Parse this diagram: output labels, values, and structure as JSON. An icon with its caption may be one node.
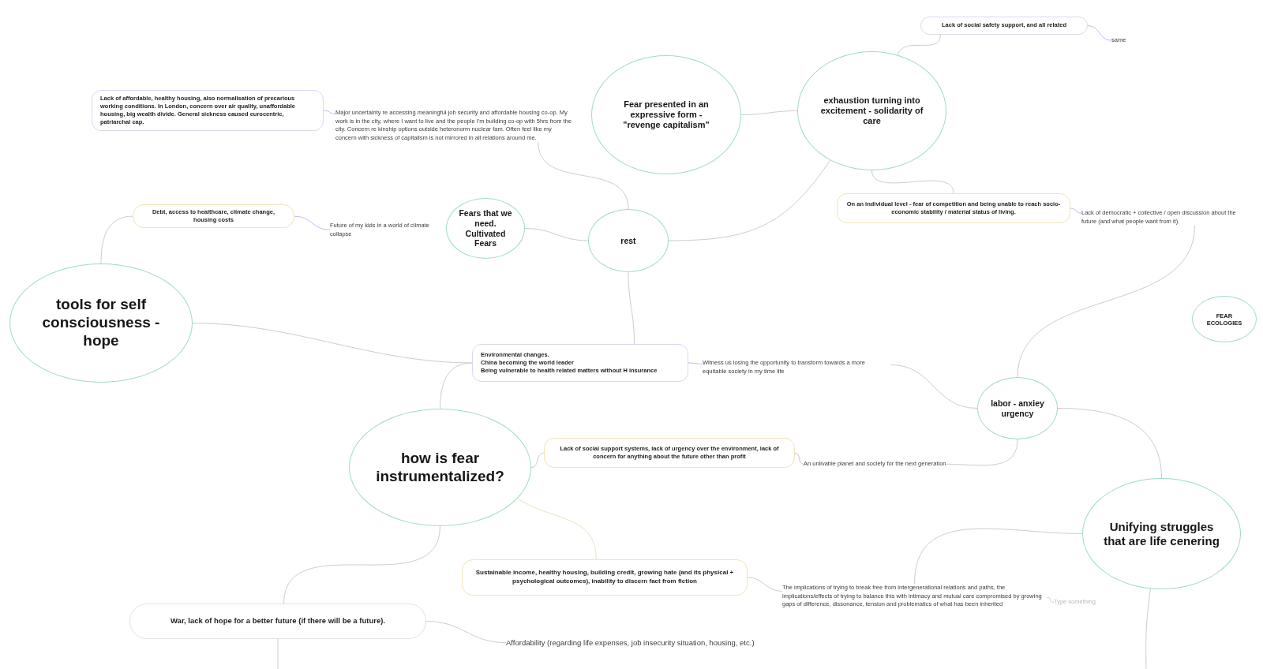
{
  "diagram": {
    "nodes": [
      {
        "text": [
          "tools for self consciousness - hope"
        ]
      },
      {
        "text": [
          "Debt, access to healthcare, climate change, housing costs"
        ]
      },
      {
        "text": [
          "Future of my kids in a world of climate collapse"
        ]
      },
      {
        "text": [
          "Fears that we need. Cultivated Fears"
        ]
      },
      {
        "text": [
          "rest"
        ]
      },
      {
        "text": [
          "Lack of affordable, healthy housing, also normalisation of precarious working conditions. In London, concern over air quality, unaffordable housing, big wealth divide. General sickness caused eurocentric, patriarchal cap."
        ]
      },
      {
        "text": [
          "Major uncertainty re accessing meaningful job security and affordable housing co-op. My work is in the city, where I want to live and the people I'm building co-op with 5hrs from the city. Concern re kinship options outside heteronorm nuclear fam. Often feel like my concern with sickness of capitalism is not mirrored in all relations around me."
        ]
      },
      {
        "text": [
          "Fear presented in an expressive form - \"revenge capitalism\""
        ]
      },
      {
        "text": [
          "exhaustion turning into excitement - solidarity of care"
        ]
      },
      {
        "text": [
          "Lack of social safety support, and all related"
        ]
      },
      {
        "text": [
          "same"
        ]
      },
      {
        "text": [
          "On an individual level - fear of competition and being unable to reach socio-economic stability / material status of living."
        ]
      },
      {
        "text": [
          "Lack of democratic + collective / open discussion about the future (and what people want from it)."
        ]
      },
      {
        "text": [
          "FEAR ECOLOGIES"
        ]
      },
      {
        "text": [
          "Environmental changes.",
          "China becoming the world leader",
          "Being vulnerable to health related matters without H insurance"
        ]
      },
      {
        "text": [
          "Witness us losing the opportunity to transform towards a more equitable society in my time life"
        ]
      },
      {
        "text": [
          "labor - anxiey urgency"
        ]
      },
      {
        "text": [
          "how is fear instrumentalized?"
        ]
      },
      {
        "text": [
          "Lack of social support systems, lack of urgency over the environment, lack of concern for anything about the future other than profit"
        ]
      },
      {
        "text": [
          "An unlivable planet and society for the next generation"
        ]
      },
      {
        "text": [
          "Unifying struggles that are life cenering"
        ]
      },
      {
        "text": [
          "Sustainable income, healthy housing, building credit, growing hate (and its physical + psychological outcomes), inability to discern fact from fiction"
        ]
      },
      {
        "text": [
          "The implications of trying to break free from intergenerational relations and paths, the implications/effects of trying to balance this with intimacy and mutual care compromised by growing gaps of difference, dissonance, tension and problematics of what has been inherited"
        ]
      },
      {
        "text": [
          "Type something"
        ]
      },
      {
        "text": [
          "War, lack of hope for a better future (if there will be a future)."
        ]
      },
      {
        "text": [
          "Affordability (regarding life expenses, job insecurity situation, housing, etc.)"
        ]
      }
    ],
    "edges": [
      {
        "from": 0,
        "to": 1,
        "arrow": "none"
      },
      {
        "from": 1,
        "to": 2,
        "arrow": "none",
        "color": "#c9b8f0"
      },
      {
        "from": 0,
        "to": 14,
        "arrow": "none"
      },
      {
        "from": 3,
        "to": 4,
        "arrow": "none"
      },
      {
        "from": 4,
        "to": 6,
        "arrow": "none"
      },
      {
        "from": 5,
        "to": 6,
        "arrow": "none",
        "color": "#c9b8f0"
      },
      {
        "from": 4,
        "to": 8,
        "arrow": "none"
      },
      {
        "from": 7,
        "to": 8,
        "arrow": "none"
      },
      {
        "from": 8,
        "to": 9,
        "arrow": "none"
      },
      {
        "from": 9,
        "to": 10,
        "arrow": "none",
        "color": "#c9b8f0"
      },
      {
        "from": 8,
        "to": 11,
        "arrow": "none"
      },
      {
        "from": 11,
        "to": 12,
        "arrow": "none",
        "color": "#c9b8f0"
      },
      {
        "from": 12,
        "to": 16,
        "arrow": "none"
      },
      {
        "from": 4,
        "to": 14,
        "arrow": "none"
      },
      {
        "from": 17,
        "to": 14,
        "arrow": "none"
      },
      {
        "from": 14,
        "to": 15,
        "arrow": "none",
        "color": "#c9b8f0"
      },
      {
        "from": 15,
        "to": 16,
        "arrow": "none"
      },
      {
        "from": 16,
        "to": 19,
        "arrow": "none"
      },
      {
        "from": 18,
        "to": 19,
        "arrow": "none",
        "color": "#c9b8f0"
      },
      {
        "from": 17,
        "to": 18,
        "arrow": "none"
      },
      {
        "from": 17,
        "to": 21,
        "arrow": "none",
        "color": "#efe3b8"
      },
      {
        "from": 16,
        "to": 20,
        "arrow": "none"
      },
      {
        "from": 20,
        "to": 22,
        "arrow": "none"
      },
      {
        "from": 21,
        "to": 22,
        "arrow": "none"
      },
      {
        "from": 22,
        "to": 23,
        "arrow": "none"
      },
      {
        "from": 17,
        "to": 24,
        "arrow": "none"
      },
      {
        "from": 24,
        "to": 25,
        "arrow": "none"
      },
      {
        "from": 24,
        "to": null,
        "arrow": "none"
      },
      {
        "from": 20,
        "to": null,
        "arrow": "none"
      }
    ]
  }
}
